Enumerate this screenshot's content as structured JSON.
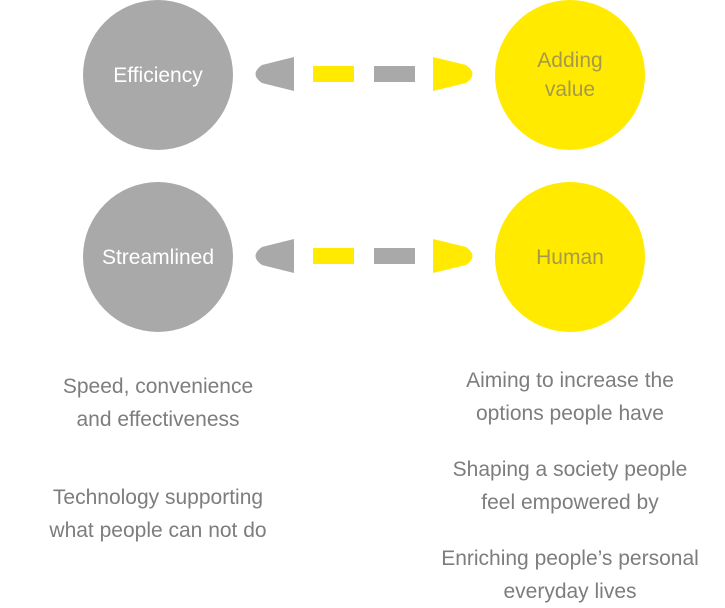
{
  "colors": {
    "gray": "#a9a9a9",
    "yellow": "#ffea00",
    "text_gray": "#7d7d7d",
    "label_yellow": "#a59a4a"
  },
  "pairs": [
    {
      "left": "Efficiency",
      "right": "Adding\nvalue"
    },
    {
      "left": "Streamlined",
      "right": "Human"
    }
  ],
  "left_descriptions": [
    "Speed, convenience\nand effectiveness",
    "Technology supporting\nwhat people can not do"
  ],
  "right_descriptions": [
    "Aiming to increase the\noptions people have",
    "Shaping a society people\nfeel empowered by",
    "Enriching people’s personal\neveryday lives"
  ]
}
